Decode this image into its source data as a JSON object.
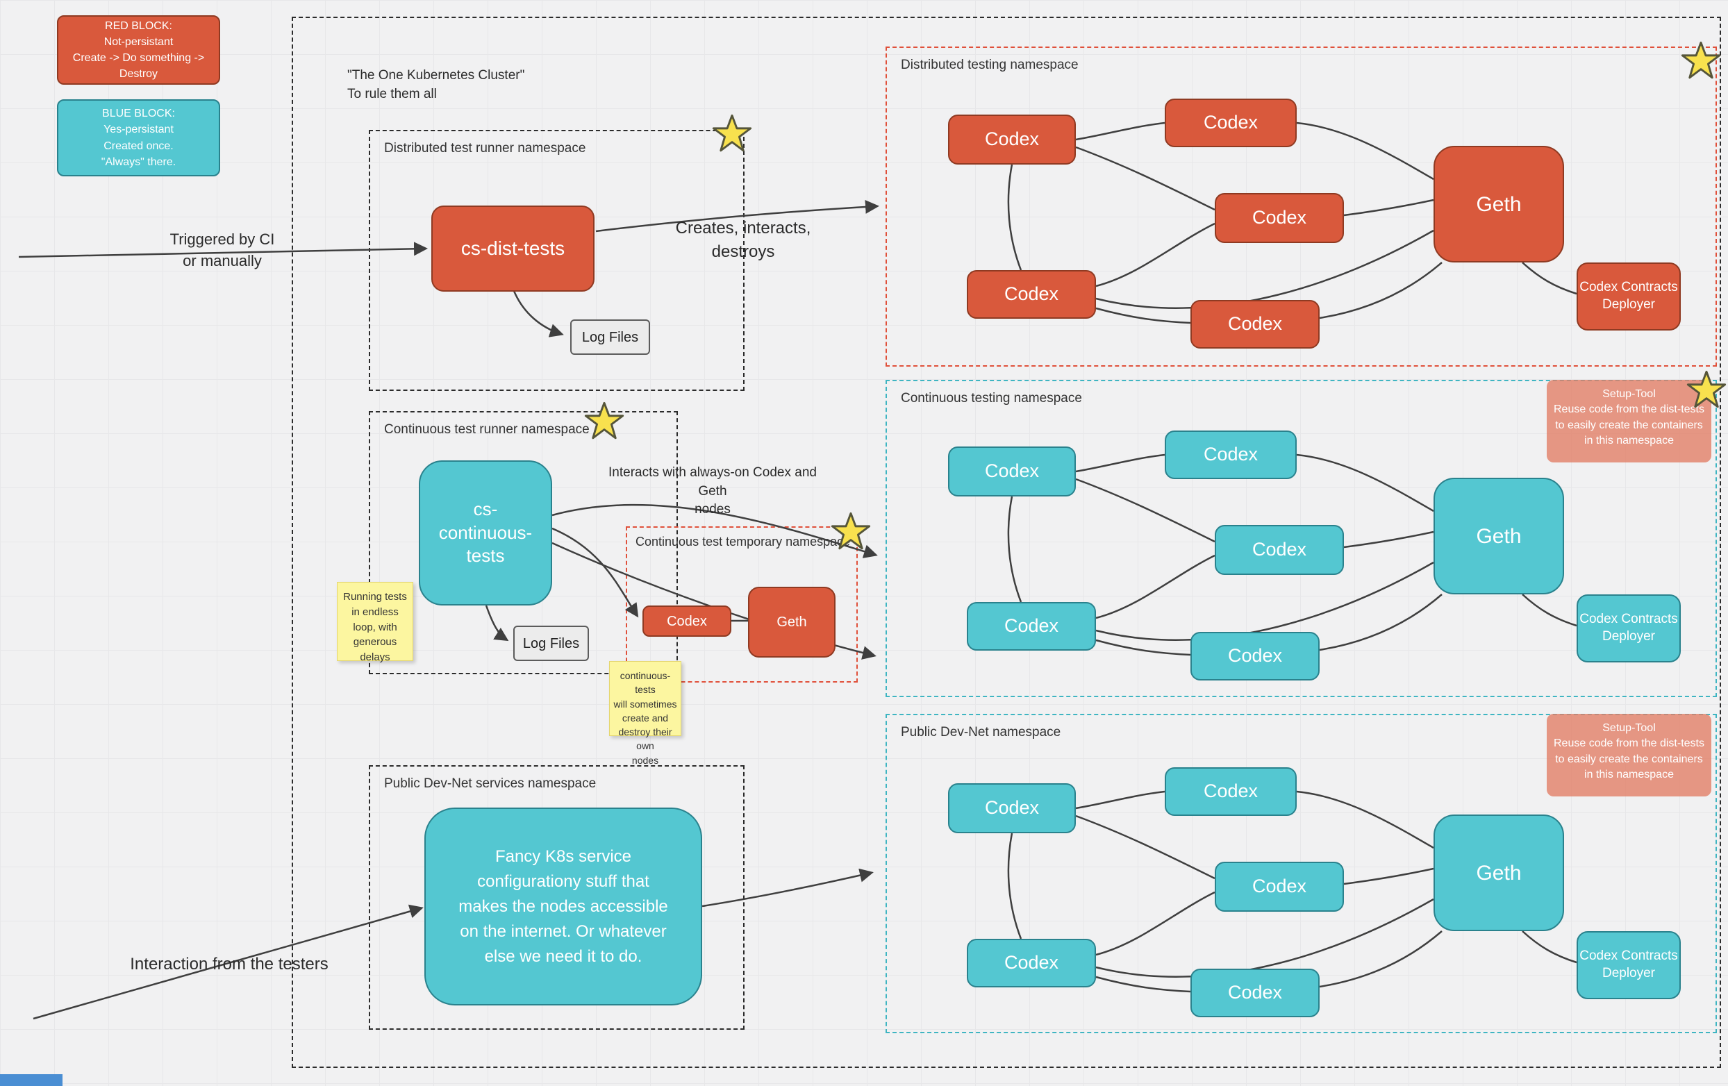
{
  "legend": {
    "red_block": "RED BLOCK:\nNot-persistant\nCreate -> Do something ->\nDestroy",
    "blue_block": "BLUE BLOCK:\nYes-persistant\nCreated once.\n\"Always\" there."
  },
  "cluster_title": "\"The One Kubernetes Cluster\"\nTo rule them all",
  "namespaces": {
    "dist_runner": "Distributed test runner namespace",
    "dist_testing": "Distributed testing namespace",
    "cont_runner": "Continuous test runner namespace",
    "cont_temp": "Continuous test temporary namespace",
    "cont_testing": "Continuous testing namespace",
    "devnet_services": "Public Dev-Net services namespace",
    "devnet": "Public Dev-Net namespace"
  },
  "nodes": {
    "cs_dist_tests": "cs-dist-tests",
    "cs_continuous_tests": "cs-\ncontinuous-\ntests",
    "log_files": "Log Files",
    "codex": "Codex",
    "geth": "Geth",
    "deployer": "Codex Contracts\nDeployer",
    "fancy_k8s": "Fancy K8s service\nconfigurationy stuff that\nmakes the nodes accessible\non the internet. Or whatever\nelse we need it to do."
  },
  "annotations": {
    "triggered_by_ci": "Triggered by CI\nor manually",
    "creates_interacts": "Creates, interacts, destroys",
    "interacts_always_on": "Interacts with always-on Codex and Geth\nnodes",
    "interaction_testers": "Interaction from the testers"
  },
  "sticky_notes": {
    "running_tests": "Running tests\nin endless\nloop, with\ngenerous\ndelays",
    "continuous_tests": "continuous-tests\nwill sometimes\ncreate and\ndestroy their own\nnodes"
  },
  "setup_tool_note": "Setup-Tool\nReuse code from the dist-tests\nto easily create the containers\nin this namespace",
  "colors": {
    "red_fill": "#d9593c",
    "red_border": "#8f3a22",
    "teal_fill": "#54c7d1",
    "teal_border": "#2a828d",
    "sticky_fill": "#fcf6a0",
    "setup_note_fill": "#e27c64",
    "star_fill": "#f8e14e",
    "dashed_red": "#e0503a",
    "dashed_teal": "#3fb5c2",
    "dashed_black": "#2b2b2b"
  }
}
